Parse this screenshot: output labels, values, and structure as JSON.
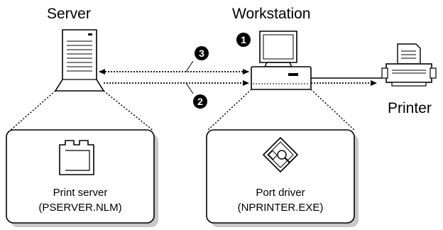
{
  "labels": {
    "server": "Server",
    "workstation": "Workstation",
    "printer": "Printer"
  },
  "steps": {
    "one": "1",
    "two": "2",
    "three": "3"
  },
  "boxes": {
    "print_server": {
      "line1": "Print server",
      "line2": "(PSERVER.NLM)"
    },
    "port_driver": {
      "line1": "Port driver",
      "line2": "(NPRINTER.EXE)"
    }
  },
  "icons": {
    "server": "server-tower-icon",
    "workstation": "workstation-computer-icon",
    "printer": "printer-icon",
    "print_server": "folder-icon",
    "port_driver": "floppy-disk-magnifier-icon"
  }
}
